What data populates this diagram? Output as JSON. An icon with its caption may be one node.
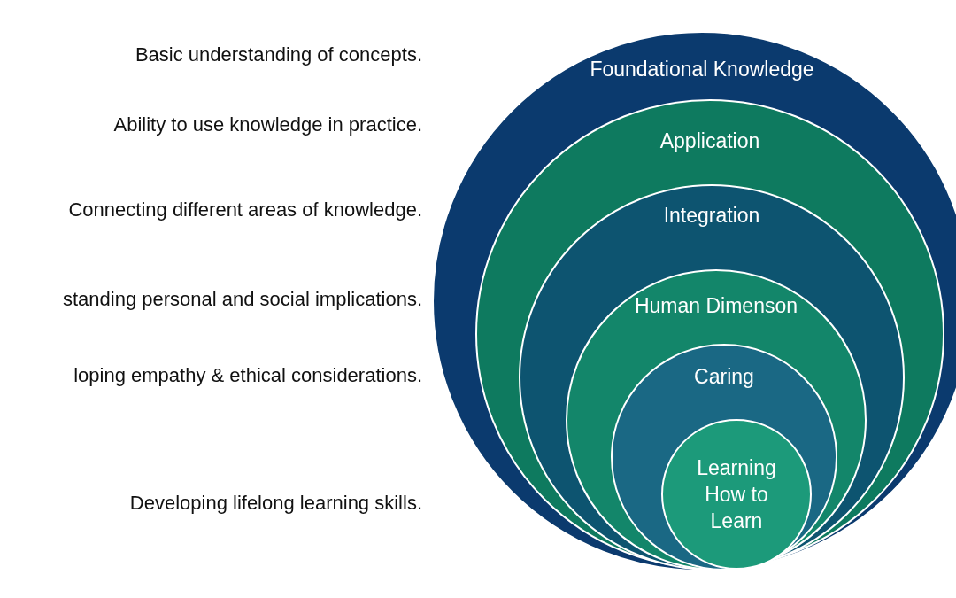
{
  "diagram": {
    "nodes": [
      {
        "text": [
          "Foundational Knowledge"
        ]
      },
      {
        "text": [
          "Application"
        ],
        "in": 0
      },
      {
        "text": [
          "Integration"
        ],
        "in": 1
      },
      {
        "text": [
          "Human Dimenson"
        ],
        "in": 2
      },
      {
        "text": [
          "Caring"
        ],
        "in": 3
      },
      {
        "text": [
          "Learning How to Learn"
        ],
        "in": 4
      }
    ],
    "labels": [
      "Basic understanding of concepts.",
      "Ability to use knowledge in practice.",
      "Connecting different areas of knowledge.",
      "standing personal and social implications.",
      "loping empathy & ethical considerations.",
      "Developing lifelong learning skills."
    ]
  }
}
